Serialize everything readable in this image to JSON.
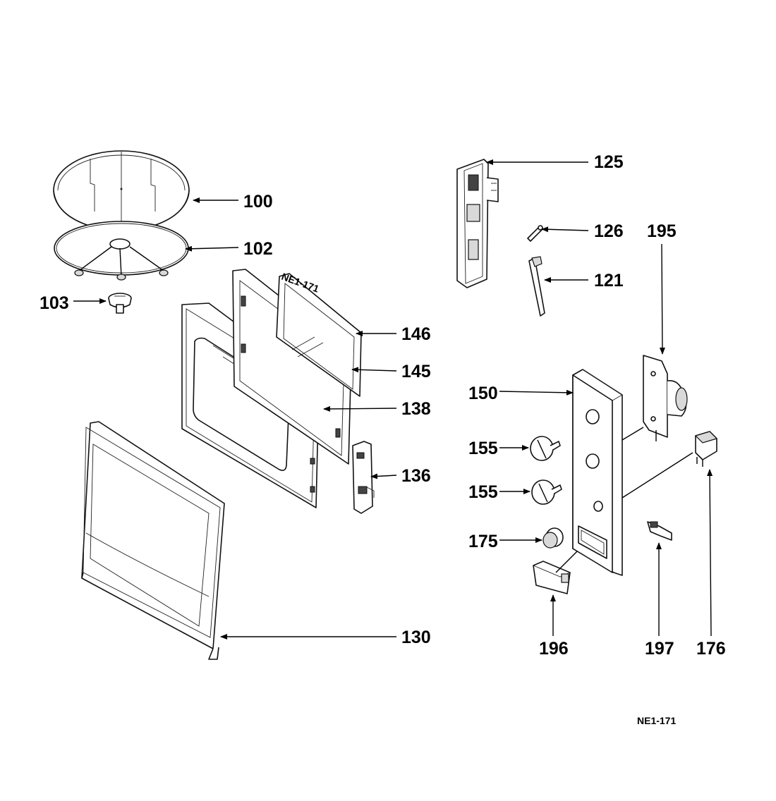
{
  "callouts": {
    "c100": "100",
    "c102": "102",
    "c103": "103",
    "c125": "125",
    "c126": "126",
    "c121": "121",
    "c195": "195",
    "c146": "146",
    "c145": "145",
    "c138": "138",
    "c150": "150",
    "c155a": "155",
    "c155b": "155",
    "c136": "136",
    "c175": "175",
    "c130": "130",
    "c196": "196",
    "c197": "197",
    "c176": "176"
  },
  "model_tag_on_part": "NE1-171",
  "figure_code": "NE1-171"
}
